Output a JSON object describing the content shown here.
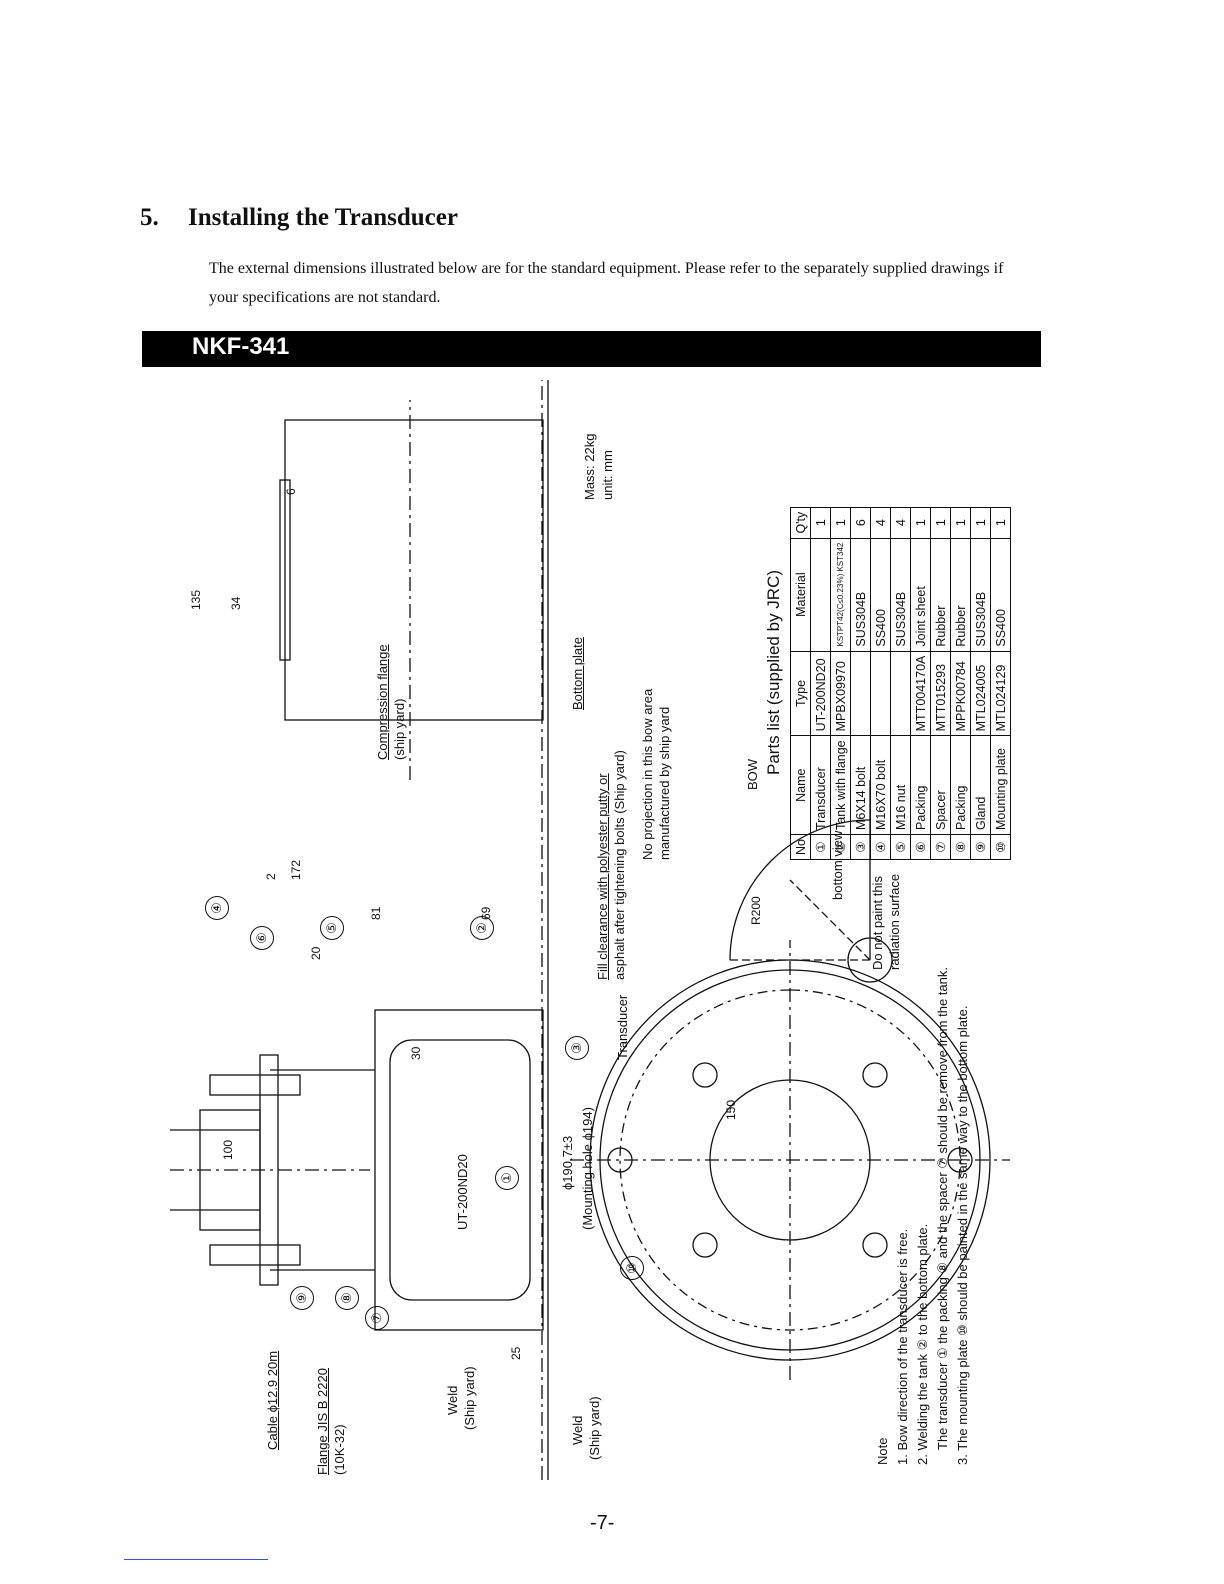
{
  "section": {
    "number": "5.",
    "title": "Installing the Transducer"
  },
  "intro": "The external dimensions illustrated below are for the standard equipment. Please refer to the separately supplied drawings if your specifications are not standard.",
  "model": "NKF-341",
  "drawing": {
    "mass": "Mass: 22kg",
    "unit": "unit: mm",
    "cable": "Cable ϕ12.9 20m",
    "flange": "Flange JIS B 2220",
    "flange_spec": "(10K-32)",
    "weld": "Weld",
    "ship_yard": "(Ship yard)",
    "compression_flange": "Compression flange",
    "compression_flange_by": "(ship yard)",
    "bottom_plate": "Bottom plate",
    "fill_clearance": "Fill clearance with polyester putty or",
    "fill_clearance_2": "asphalt after tightening bolts (Ship yard)",
    "no_projection": "No projection in this bow area",
    "no_projection_2": "manufactured by ship yard",
    "transducer": "Transducer",
    "model_label": "UT-200ND20",
    "mount_dia": "ϕ190.7±3",
    "mount_hole": "(Mounting hole ϕ194)",
    "do_not_paint": "Do not paint this",
    "do_not_paint_2": "radiation surface",
    "bottom_view": "bottom view",
    "bow": "BOW",
    "dims": {
      "d135": "135",
      "d34": "34",
      "d6": "6",
      "d172": "172",
      "d81": "81",
      "d69": "69",
      "d2": "2",
      "d20": "20",
      "d30": "30",
      "d100": "100",
      "d150": "150",
      "r200": "R200",
      "d25": "25"
    },
    "callouts": [
      "①",
      "②",
      "③",
      "④",
      "⑤",
      "⑥",
      "⑦",
      "⑧",
      "⑨",
      "⑩"
    ]
  },
  "parts_list": {
    "title": "Parts list (supplied by JRC)",
    "headers": [
      "No",
      "Name",
      "Type",
      "Material",
      "Q'ty"
    ],
    "rows": [
      [
        "①",
        "Transducer",
        "UT-200ND20",
        "",
        "1"
      ],
      [
        "②",
        "Tank with flange",
        "MPBX09970",
        "KSTPT42(C≤0.23%) KST342",
        "1"
      ],
      [
        "③",
        "M6X14 bolt",
        "",
        "SUS304B",
        "6"
      ],
      [
        "④",
        "M16X70 bolt",
        "",
        "SS400",
        "4"
      ],
      [
        "⑤",
        "M16 nut",
        "",
        "SUS304B",
        "4"
      ],
      [
        "⑥",
        "Packing",
        "MTT004170A",
        "Joint sheet",
        "1"
      ],
      [
        "⑦",
        "Spacer",
        "MTT015293",
        "Rubber",
        "1"
      ],
      [
        "⑧",
        "Packing",
        "MPPK00784",
        "Rubber",
        "1"
      ],
      [
        "⑨",
        "Gland",
        "MTL024005",
        "SUS304B",
        "1"
      ],
      [
        "⑩",
        "Mounting plate",
        "MTL024129",
        "SS400",
        "1"
      ]
    ]
  },
  "notes": {
    "heading": "Note",
    "items": [
      "1. Bow direction of the transducer is free.",
      "2. Welding the tank ② to the bottom plate.",
      "The transducer ① the packing ⑧ and the spacer ⑦ should be remove from the tank.",
      "3. The mounting plate ⑩ should be painted in the same way to the bottom plate."
    ]
  },
  "page_number": "-7-"
}
